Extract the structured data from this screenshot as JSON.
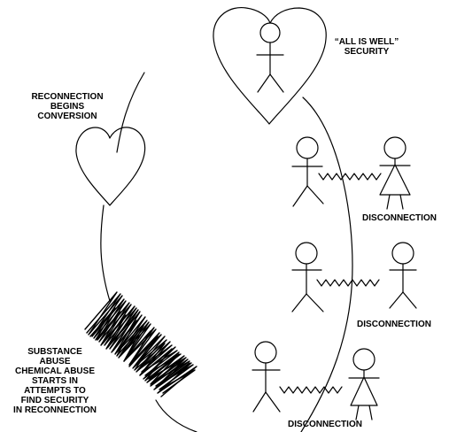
{
  "labels": {
    "all_is_well": [
      "“ALL IS WELL”",
      "SECURITY"
    ],
    "reconnection": [
      "RECONNECTION",
      "BEGINS",
      "CONVERSION"
    ],
    "disconnection_1": "DISCONNECTION",
    "disconnection_2": "DISCONNECTION",
    "disconnection_3": "DISCONNECTION",
    "substance_abuse": [
      "SUBSTANCE",
      "ABUSE",
      "CHEMICAL ABUSE",
      "STARTS IN",
      "ATTEMPTS TO",
      "FIND SECURITY",
      "IN RECONNECTION"
    ]
  },
  "colors": {
    "ink": "#000000",
    "background": "#ffffff"
  }
}
